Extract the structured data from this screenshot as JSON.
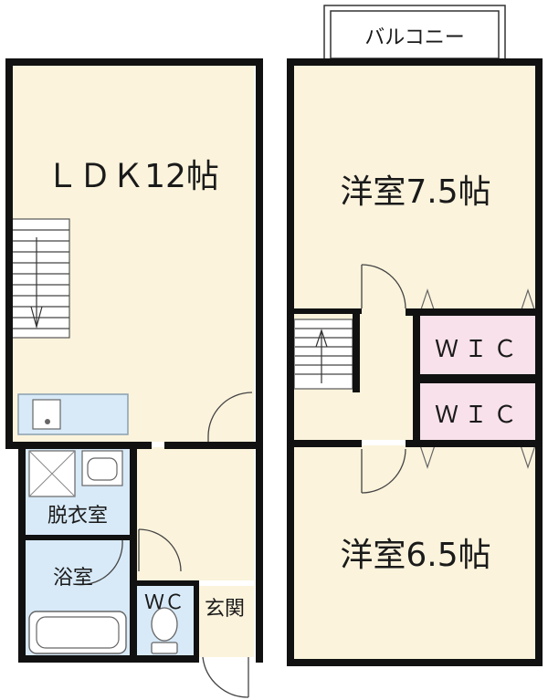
{
  "plan": {
    "rooms": {
      "ldk": "ＬＤＫ12帖",
      "western1": "洋室7.5帖",
      "western2": "洋室6.5帖",
      "wic_top": "ＷＩＣ",
      "wic_bottom": "ＷＩＣ",
      "dressing": "脱衣室",
      "bath": "浴室",
      "toilet": "ＷＣ",
      "entrance": "玄関",
      "balcony": "バルコニー"
    },
    "colors": {
      "room_floor": "#fbf3dc",
      "wet_area": "#d8eaf8",
      "closet": "#f8e1ea",
      "wall": "#111111"
    }
  }
}
